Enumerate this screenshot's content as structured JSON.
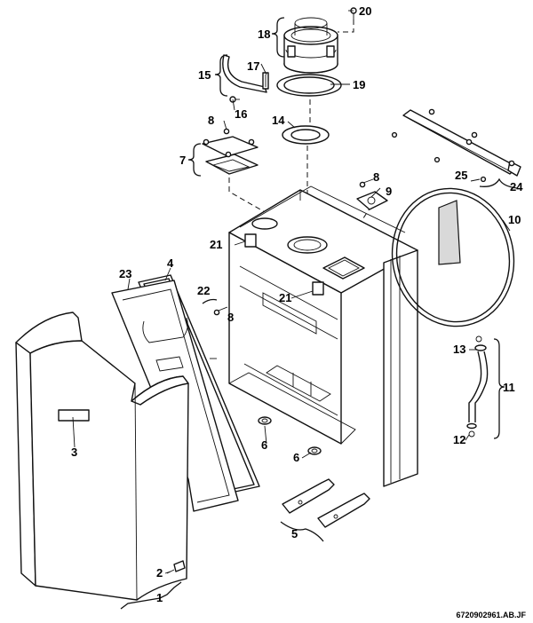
{
  "labels": {
    "l1": "1",
    "l2": "2",
    "l3": "3",
    "l4": "4",
    "l5": "5",
    "l6a": "6",
    "l6b": "6",
    "l7": "7",
    "l8a": "8",
    "l8b": "8",
    "l8c": "8",
    "l9": "9",
    "l10": "10",
    "l11": "11",
    "l12": "12",
    "l13": "13",
    "l14": "14",
    "l15": "15",
    "l16": "16",
    "l17": "17",
    "l18": "18",
    "l19": "19",
    "l20": "20",
    "l21a": "21",
    "l21b": "21",
    "l22": "22",
    "l23": "23",
    "l24": "24",
    "l25": "25"
  },
  "reference_code": "6720902961.AB.JF"
}
